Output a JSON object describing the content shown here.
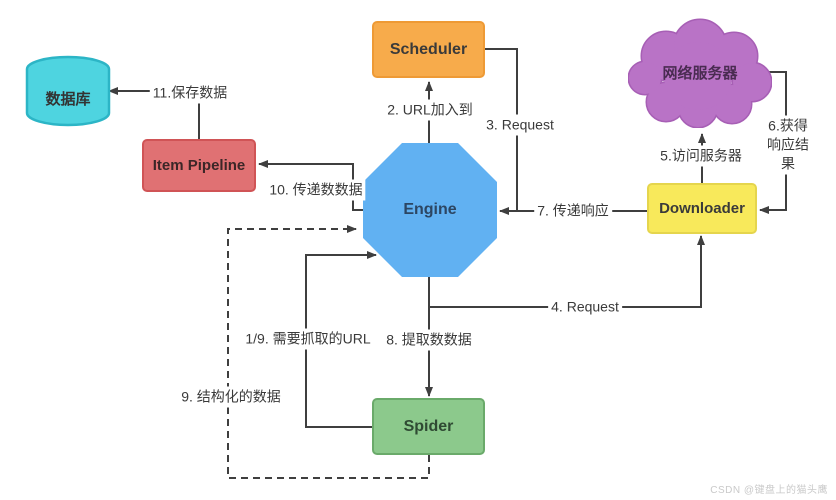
{
  "diagram": {
    "nodes": {
      "database": {
        "label": "数据库",
        "fill": "#4ed4e0",
        "border": "#2cb5c6"
      },
      "item_pipeline": {
        "label": "Item Pipeline",
        "fill": "#e07173",
        "border": "#d05456"
      },
      "scheduler": {
        "label": "Scheduler",
        "fill": "#f7ab4b",
        "border": "#ee9a35"
      },
      "engine": {
        "label": "Engine",
        "fill": "#61b1f2",
        "border": "#61b1f2"
      },
      "web_server": {
        "label": "网络服务器",
        "fill": "#b973c6",
        "border": "#a75fb5"
      },
      "downloader": {
        "label": "Downloader",
        "fill": "#f8e95b",
        "border": "#e5d54d"
      },
      "spider": {
        "label": "Spider",
        "fill": "#8cc98c",
        "border": "#6aaa6a"
      }
    },
    "edges": {
      "e1_9": {
        "label": "1/9. 需要抓取的URL",
        "from": "spider",
        "to": "engine",
        "style": "solid"
      },
      "e2": {
        "label": "2. URL加入到",
        "from": "engine",
        "to": "scheduler",
        "style": "solid"
      },
      "e3": {
        "label": "3. Request",
        "from": "scheduler",
        "to": "engine",
        "style": "solid"
      },
      "e4": {
        "label": "4. Request",
        "from": "engine",
        "to": "downloader",
        "style": "solid"
      },
      "e5": {
        "label": "5.访问服务器",
        "from": "downloader",
        "to": "web_server",
        "style": "solid"
      },
      "e6": {
        "label": "6.获得\n响应结果",
        "from": "web_server",
        "to": "downloader",
        "style": "solid"
      },
      "e7": {
        "label": "7. 传递响应",
        "from": "downloader",
        "to": "engine",
        "style": "solid"
      },
      "e8": {
        "label": "8. 提取数数据",
        "from": "engine",
        "to": "spider",
        "style": "solid"
      },
      "e9": {
        "label": "9. 结构化的数据",
        "from": "spider",
        "to": "engine",
        "style": "dashed"
      },
      "e10": {
        "label": "10. 传递数数据",
        "from": "engine",
        "to": "item_pipeline",
        "style": "solid"
      },
      "e11": {
        "label": "11.保存数据",
        "from": "item_pipeline",
        "to": "database",
        "style": "solid"
      }
    },
    "line_color": "#3f3f3f",
    "background": "#ffffff"
  },
  "watermark": {
    "text": "CSDN @键盘上的猫头鹰"
  }
}
